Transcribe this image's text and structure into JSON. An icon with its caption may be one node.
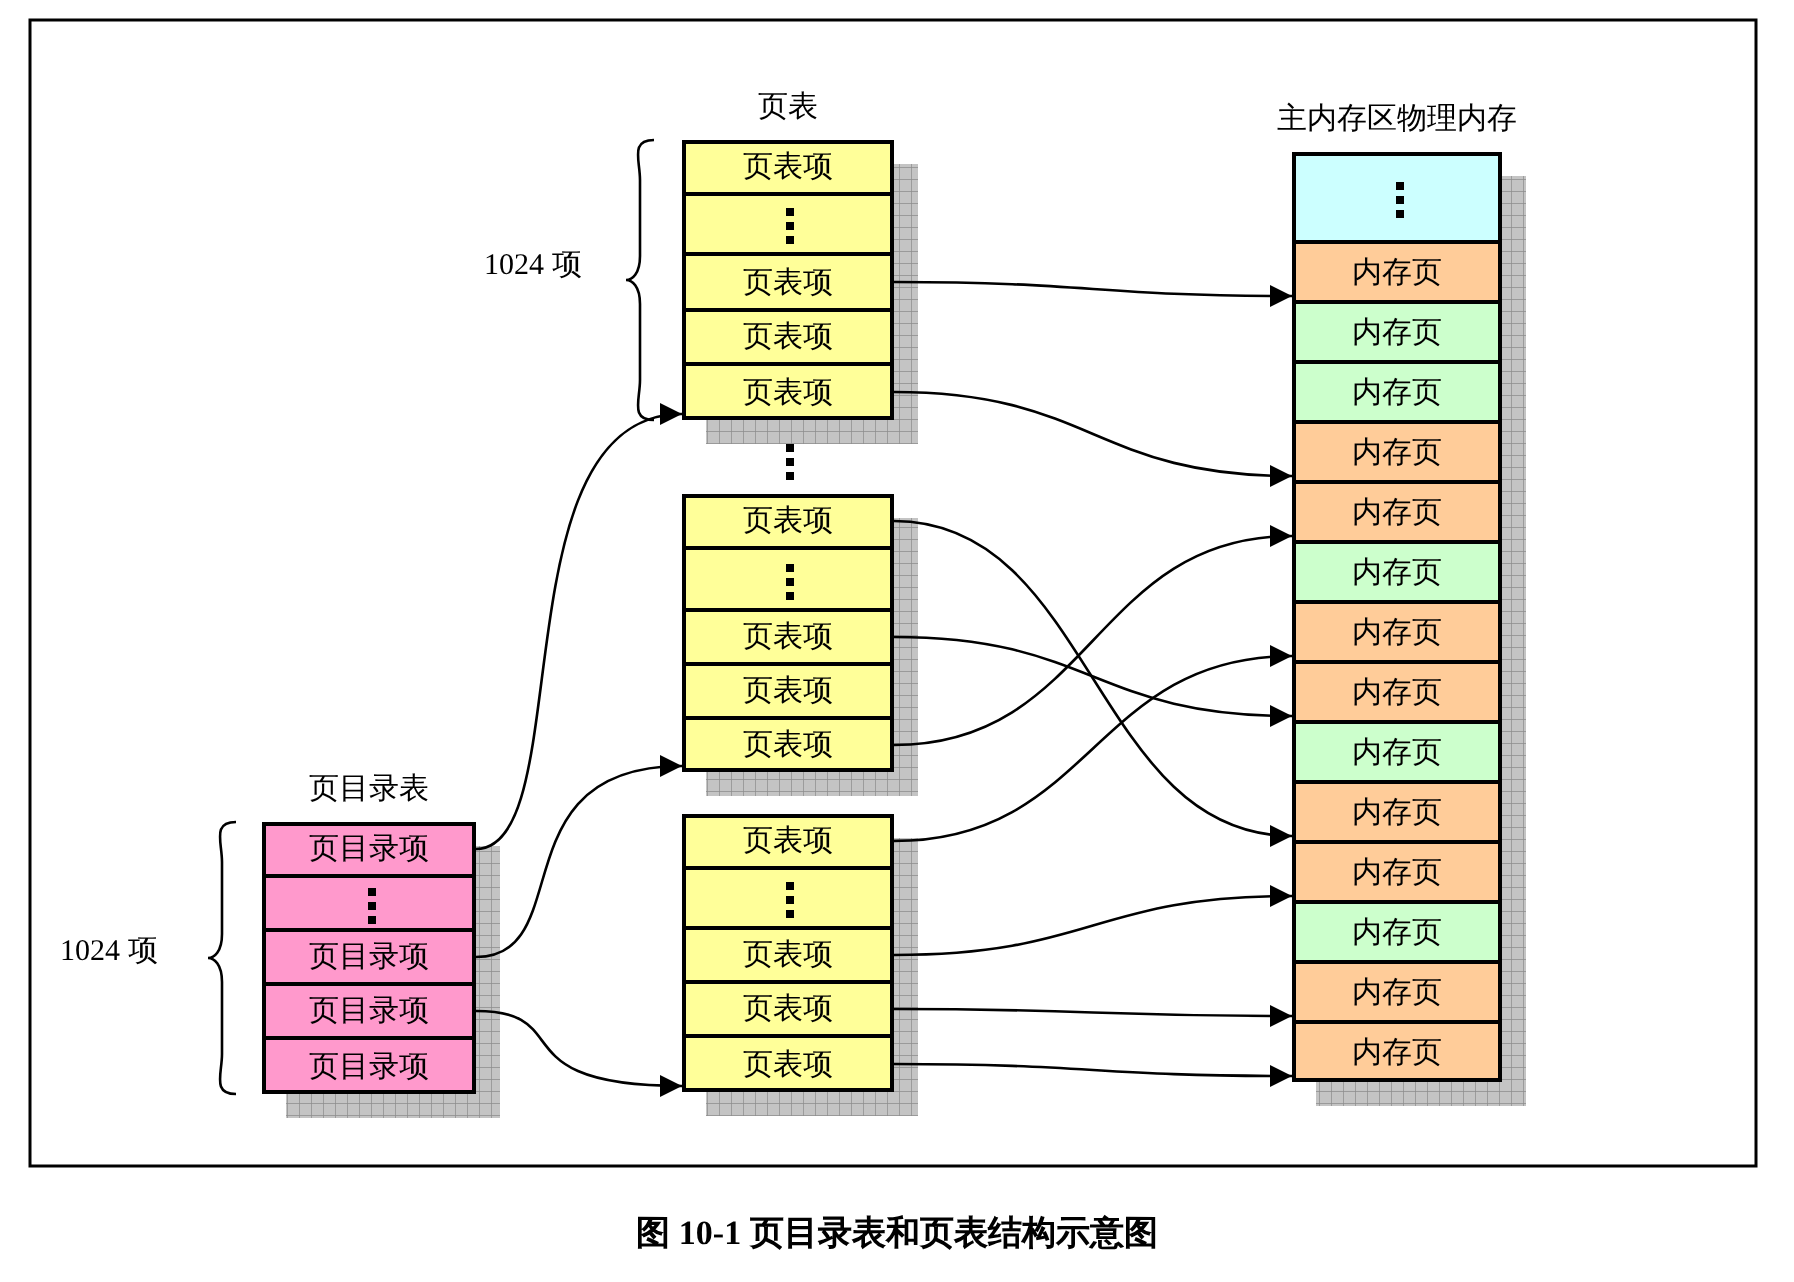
{
  "diagram": {
    "caption": "图 10-1 页目录表和页表结构示意图",
    "nodes": [
      {
        "text": [
          "页目录表"
        ]
      },
      {
        "text": [
          "页目录项"
        ],
        "in": 0
      },
      {
        "text": [],
        "shape": "box",
        "in": 0
      },
      {
        "text": [
          "页目录项"
        ],
        "in": 0
      },
      {
        "text": [
          "页目录项"
        ],
        "in": 0
      },
      {
        "text": [
          "页目录项"
        ],
        "in": 0
      },
      {
        "text": [
          "页表"
        ]
      },
      {
        "text": [
          "页表项"
        ],
        "in": 6
      },
      {
        "text": [],
        "shape": "box",
        "in": 6
      },
      {
        "text": [
          "页表项"
        ],
        "in": 6
      },
      {
        "text": [
          "页表项"
        ],
        "in": 6
      },
      {
        "text": [
          "页表项"
        ],
        "in": 6
      },
      {
        "text": [],
        "shape": "box"
      },
      {
        "text": [
          "页表项"
        ],
        "in": 12
      },
      {
        "text": [],
        "shape": "box",
        "in": 12
      },
      {
        "text": [
          "页表项"
        ],
        "in": 12
      },
      {
        "text": [
          "页表项"
        ],
        "in": 12
      },
      {
        "text": [
          "页表项"
        ],
        "in": 12
      },
      {
        "text": [],
        "shape": "box"
      },
      {
        "text": [
          "页表项"
        ],
        "in": 18
      },
      {
        "text": [],
        "shape": "box",
        "in": 18
      },
      {
        "text": [
          "页表项"
        ],
        "in": 18
      },
      {
        "text": [
          "页表项"
        ],
        "in": 18
      },
      {
        "text": [
          "页表项"
        ],
        "in": 18
      },
      {
        "text": [
          "主内存区物理内存"
        ]
      },
      {
        "text": [],
        "shape": "box",
        "in": 24
      },
      {
        "text": [
          "内存页"
        ],
        "in": 24
      },
      {
        "text": [
          "内存页"
        ],
        "in": 24
      },
      {
        "text": [
          "内存页"
        ],
        "in": 24
      },
      {
        "text": [
          "内存页"
        ],
        "in": 24
      },
      {
        "text": [
          "内存页"
        ],
        "in": 24
      },
      {
        "text": [
          "内存页"
        ],
        "in": 24
      },
      {
        "text": [
          "内存页"
        ],
        "in": 24
      },
      {
        "text": [
          "内存页"
        ],
        "in": 24
      },
      {
        "text": [
          "内存页"
        ],
        "in": 24
      },
      {
        "text": [
          "内存页"
        ],
        "in": 24
      },
      {
        "text": [
          "内存页"
        ],
        "in": 24
      },
      {
        "text": [
          "内存页"
        ],
        "in": 24
      },
      {
        "text": [
          "内存页"
        ],
        "in": 24
      },
      {
        "text": [
          "内存页"
        ],
        "in": 24
      }
    ],
    "edges": [
      {
        "from": 1,
        "to": 6,
        "arrow": "to"
      },
      {
        "from": 3,
        "to": 12,
        "arrow": "to"
      },
      {
        "from": 4,
        "to": 18,
        "arrow": "to"
      },
      {
        "from": 9,
        "to": 26,
        "arrow": "to"
      },
      {
        "from": 11,
        "to": 29,
        "arrow": "to"
      },
      {
        "from": 13,
        "to": 35,
        "arrow": "to"
      },
      {
        "from": 15,
        "to": 33,
        "arrow": "to"
      },
      {
        "from": 17,
        "to": 30,
        "arrow": "to"
      },
      {
        "from": 19,
        "to": 32,
        "arrow": "to"
      },
      {
        "from": 21,
        "to": 36,
        "arrow": "to"
      },
      {
        "from": 22,
        "to": 38,
        "arrow": "to"
      },
      {
        "from": 23,
        "to": 39,
        "arrow": "to"
      }
    ],
    "labels": [
      "1024 项",
      "1024 项"
    ]
  }
}
